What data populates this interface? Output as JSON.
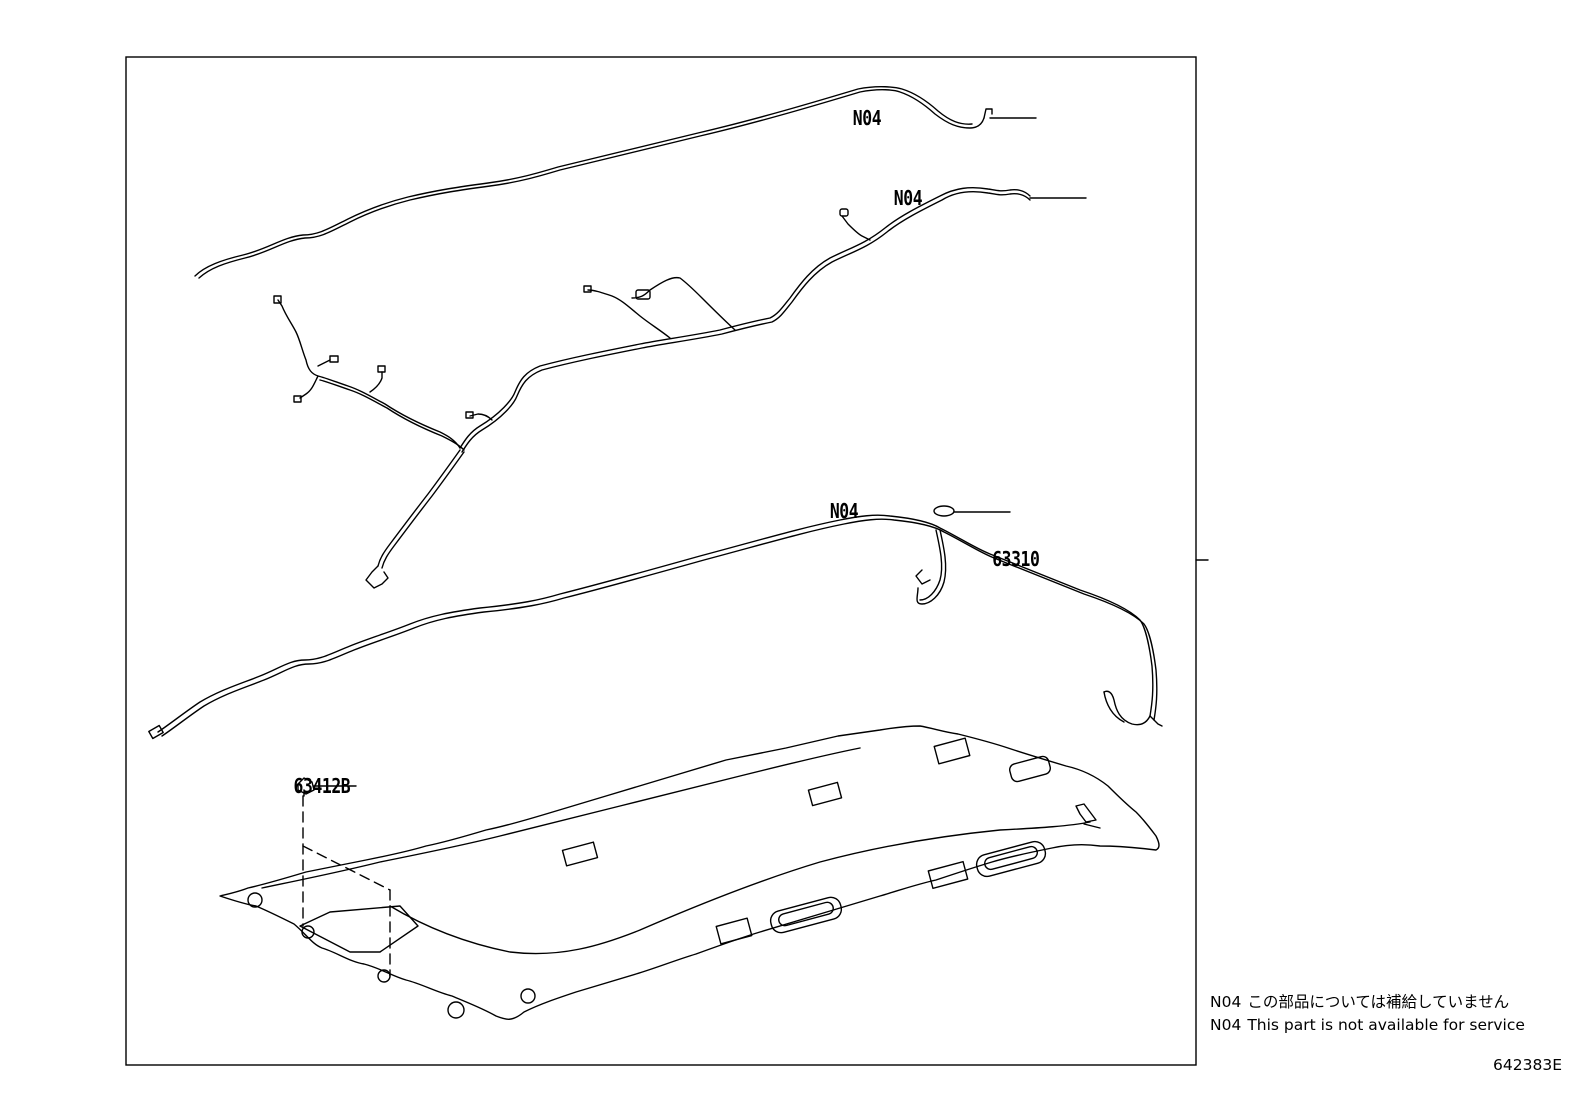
{
  "callouts": {
    "n04_a": "N04",
    "n04_b": "N04",
    "n04_c": "N04",
    "part_63310": "63310",
    "part_63412b": "63412B"
  },
  "notes": [
    {
      "code": "N04",
      "text": "この部品については補給していません"
    },
    {
      "code": "N04",
      "text": "This part is not available for service"
    }
  ],
  "figure_id": "642383E"
}
